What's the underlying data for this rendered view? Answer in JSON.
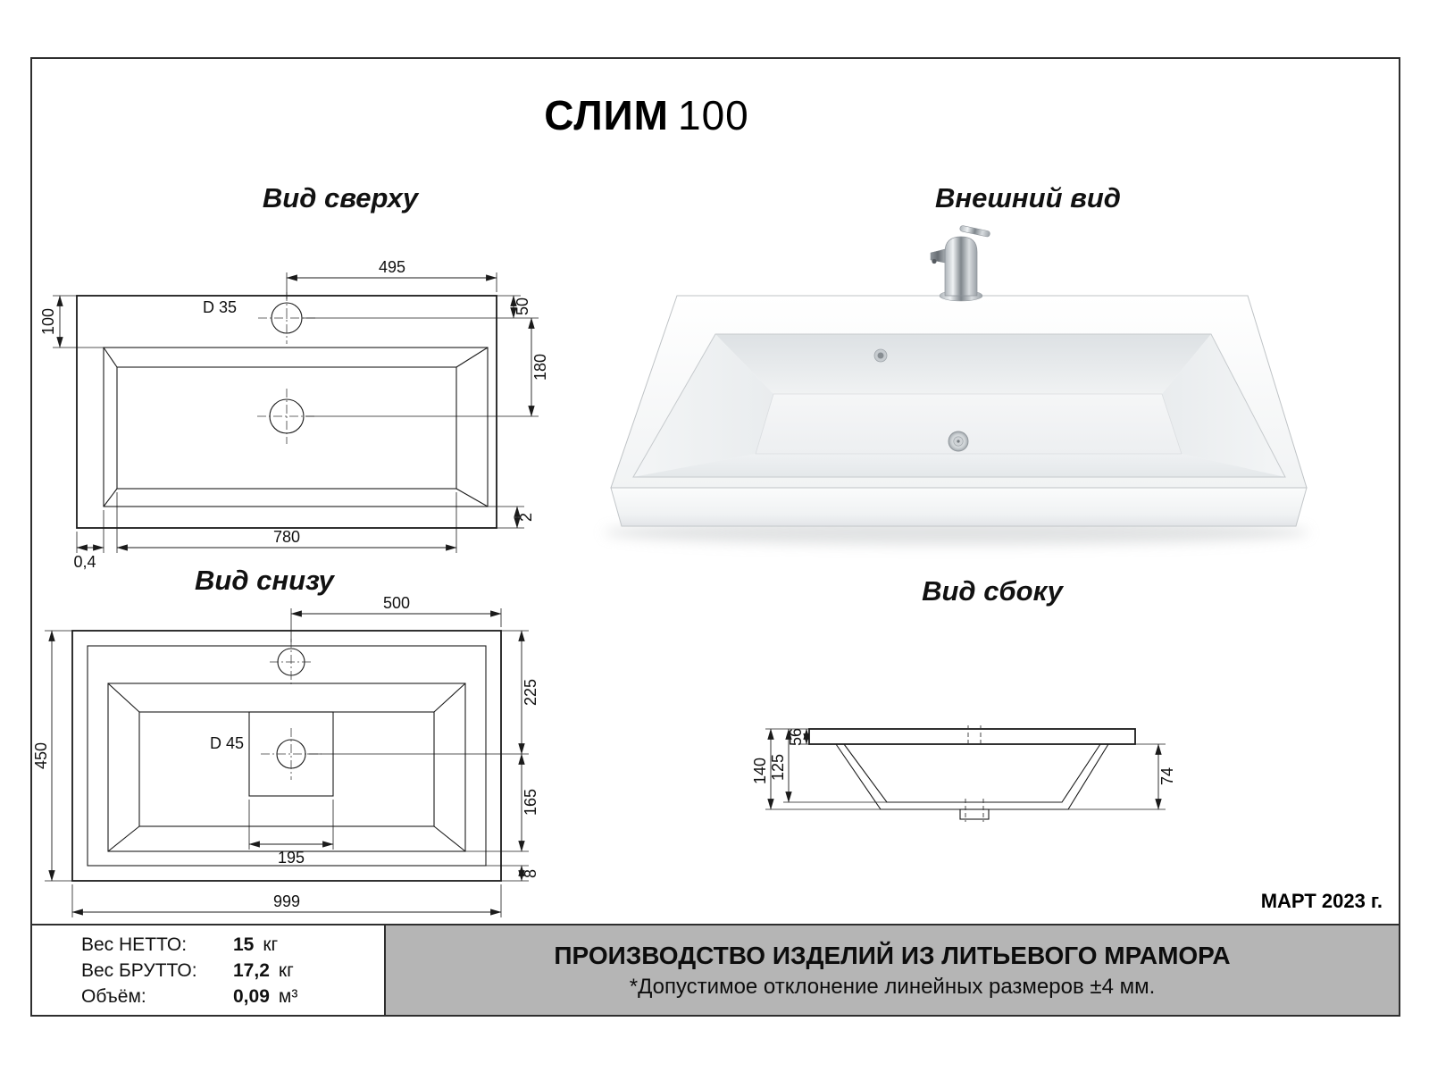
{
  "title": {
    "model": "СЛИМ",
    "size": "100"
  },
  "views": {
    "top": {
      "label": "Вид сверху",
      "dims": {
        "d495": "495",
        "d50": "50",
        "d100": "100",
        "d35": "D 35",
        "d180": "180",
        "d2": "2",
        "d780": "780",
        "d04": "0,4"
      }
    },
    "external": {
      "label": "Внешний вид"
    },
    "bottom": {
      "label": "Вид снизу",
      "dims": {
        "d500": "500",
        "d225": "225",
        "d450": "450",
        "d45": "D 45",
        "d165": "165",
        "d195": "195",
        "d8": "8",
        "d999": "999"
      }
    },
    "side": {
      "label": "Вид сбоку",
      "dims": {
        "d56": "56",
        "d125": "125",
        "d140": "140",
        "d74": "74"
      }
    }
  },
  "footer": {
    "date": "МАРТ 2023 г.",
    "specs": [
      {
        "label": "Вес НЕТТО:",
        "value": "15",
        "unit": "кг"
      },
      {
        "label": "Вес БРУТТО:",
        "value": "17,2",
        "unit": "кг"
      },
      {
        "label": "Объём:",
        "value": "0,09",
        "unit": "м³"
      }
    ],
    "production_line1": "ПРОИЗВОДСТВО ИЗДЕЛИЙ ИЗ ЛИТЬЕВОГО МРАМОРА",
    "production_line2": "*Допустимое отклонение линейных размеров ±4 мм."
  },
  "colors": {
    "footer_bar": "#b5b5b5",
    "line_color": "#1b1b1b",
    "paper": "#ffffff"
  }
}
